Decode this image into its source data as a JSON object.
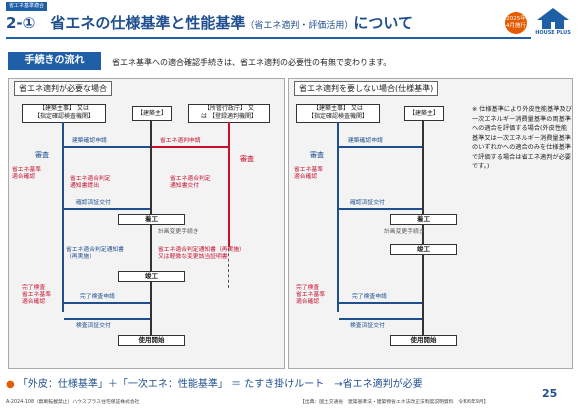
{
  "header": {
    "tag": "省エネ基準適合",
    "title_main": "2-①　省エネの仕様基準と性能基準",
    "title_paren": "（省エネ適判・評価活用）",
    "title_tail": "について",
    "badge": [
      "2025年",
      "4月施行"
    ],
    "logo_text": "HOUSE PLUS"
  },
  "flow": {
    "label": "手続きの流れ",
    "lead": "省エネ基準への適合確認手続きは、省エネ適判の必要性の有無で変わります。"
  },
  "left": {
    "heading": "省エネ適判が必要な場合",
    "actor1": [
      "【建築主事】 又は",
      "【指定確認検査機関】"
    ],
    "actor2": "【建築主】",
    "actor3": [
      "【所管行政庁】 又",
      "は 【登録適判機関】"
    ],
    "shinsa_left": "審査",
    "shinsa_right": "審査",
    "req_kakunin": "建築確認申請",
    "req_tekihan": "省エネ適判申請",
    "kijun": [
      "省エネ基準",
      "適合確認"
    ],
    "tsuchi1": [
      "省エネ適合判定",
      "通知書提出"
    ],
    "tsuchi2": [
      "省エネ適合判定",
      "通知書交付"
    ],
    "kakunin_kofu": "確認済証交付",
    "chakko": "着工",
    "keikaku": "計画変更手続き",
    "henko_left": [
      "省エネ適合判定通知書",
      "（再実施）"
    ],
    "henko_right": [
      "省エネ適合判定通知書（再実施）",
      "又は軽微な変更該当証明書"
    ],
    "shunko": "竣工",
    "kanryo_check": [
      "完了検査",
      "省エネ基準",
      "適合確認"
    ],
    "kanryo_req": "完了検査申請",
    "kensa_kofu": "検査済証交付",
    "shiyo": "使用開始"
  },
  "right": {
    "heading": "省エネ適判を要しない場合(仕様基準)",
    "actor1": [
      "【建築主事】 又は",
      "【指定確認検査機関】"
    ],
    "actor2": "【建築主】",
    "shinsa": "審査",
    "req_kakunin": "建築確認申請",
    "kijun": [
      "省エネ基準",
      "適合確認"
    ],
    "kakunin_kofu": "確認済証交付",
    "chakko": "着工",
    "keikaku": "計画変更手続き",
    "shunko": "竣工",
    "kanryo_check": [
      "完了検査",
      "省エネ基準",
      "適合確認"
    ],
    "kanryo_req": "完了検査申請",
    "kensa_kofu": "検査済証交付",
    "shiyo": "使用開始"
  },
  "note": "※ 仕様基準により外皮性能基準及び一次エネルギー消費量基準の両基準への適合を評価する場合(外皮性能基準又は一次エネルギー消費量基準のいずれかへの適合のみを仕様基準で評価する場合は省エネ適判が必要です。)",
  "bottom": "「外皮：仕様基準」＋「一次エネ：性能基準」 ＝ たすき掛けルート　→省エネ適判が必要",
  "footer": {
    "left": "A-2024-108（無断転載禁止）ハウスプラス住宅保証株式会社",
    "right": "【出典：国土交通省　建築基準法・建築物省エネ法改正法制度説明資料　令和6年9月】",
    "page": "25"
  },
  "colors": {
    "blue": "#1f4f8f",
    "accent": "#1f5fa8",
    "red": "#c8102e",
    "pink": "#f5a3b0",
    "orange": "#e65a00"
  }
}
